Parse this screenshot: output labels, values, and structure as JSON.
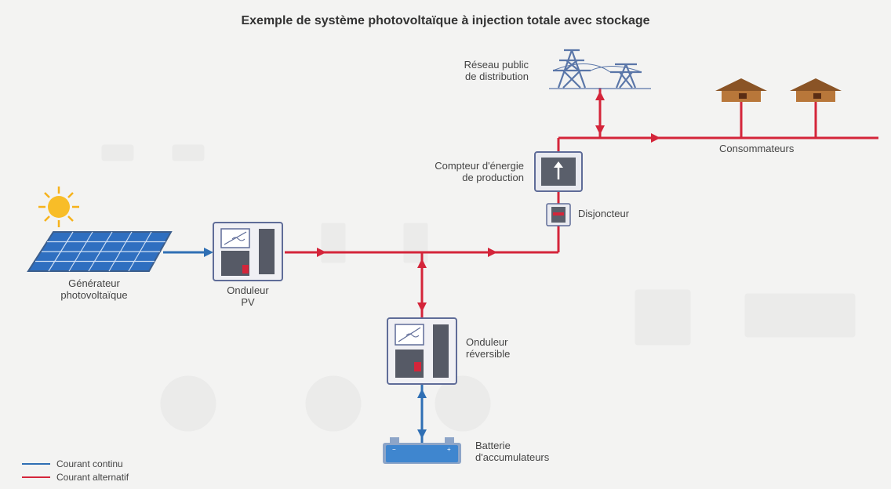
{
  "title": "Exemple de système photovoltaïque à injection totale avec stockage",
  "labels": {
    "grid_line1": "Réseau public",
    "grid_line2": "de distribution",
    "consumers": "Consommateurs",
    "meter_line1": "Compteur d'énergie",
    "meter_line2": "de production",
    "breaker": "Disjoncteur",
    "generator_line1": "Générateur",
    "generator_line2": "photovoltaïque",
    "pv_inverter_line1": "Onduleur",
    "pv_inverter_line2": "PV",
    "rev_inverter_line1": "Onduleur",
    "rev_inverter_line2": "réversible",
    "battery_line1": "Batterie",
    "battery_line2": "d'accumulateurs"
  },
  "legend": [
    {
      "label": "Courant continu",
      "color": "#2f6fb4"
    },
    {
      "label": "Courant alternatif",
      "color": "#d4253a"
    }
  ],
  "colors": {
    "ac": "#d4253a",
    "dc": "#2f6fb4",
    "device": "#5f6c98",
    "house": "#a86a32",
    "sun": "#f6b21b",
    "panel": "#2f6fc0"
  },
  "icons": [
    "sun-icon",
    "solar-panel-icon",
    "pylon-icon",
    "house-icon",
    "battery-icon",
    "inverter-icon",
    "meter-icon",
    "breaker-icon"
  ]
}
